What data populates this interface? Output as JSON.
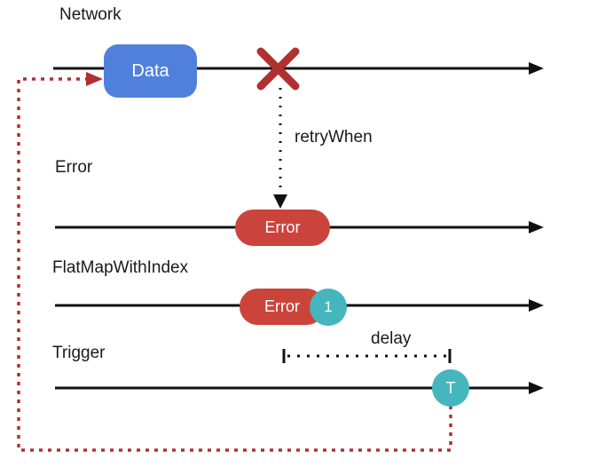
{
  "colors": {
    "marble-blue": "#5080DC",
    "marble-red": "#CB443C",
    "marble-teal": "#45B6BD",
    "loop-red": "#B03130",
    "line-black": "#111111",
    "text-black": "#1A1A1A"
  },
  "rows": {
    "network": {
      "label": "Network",
      "marble": "Data"
    },
    "error": {
      "label": "Error",
      "marble": "Error"
    },
    "flatmap": {
      "label": "FlatMapWithIndex",
      "marble": "Error",
      "index_badge": "1"
    },
    "trigger": {
      "label": "Trigger",
      "marble": "T"
    }
  },
  "annotations": {
    "retry_operator": "retryWhen",
    "delay_label": "delay"
  }
}
